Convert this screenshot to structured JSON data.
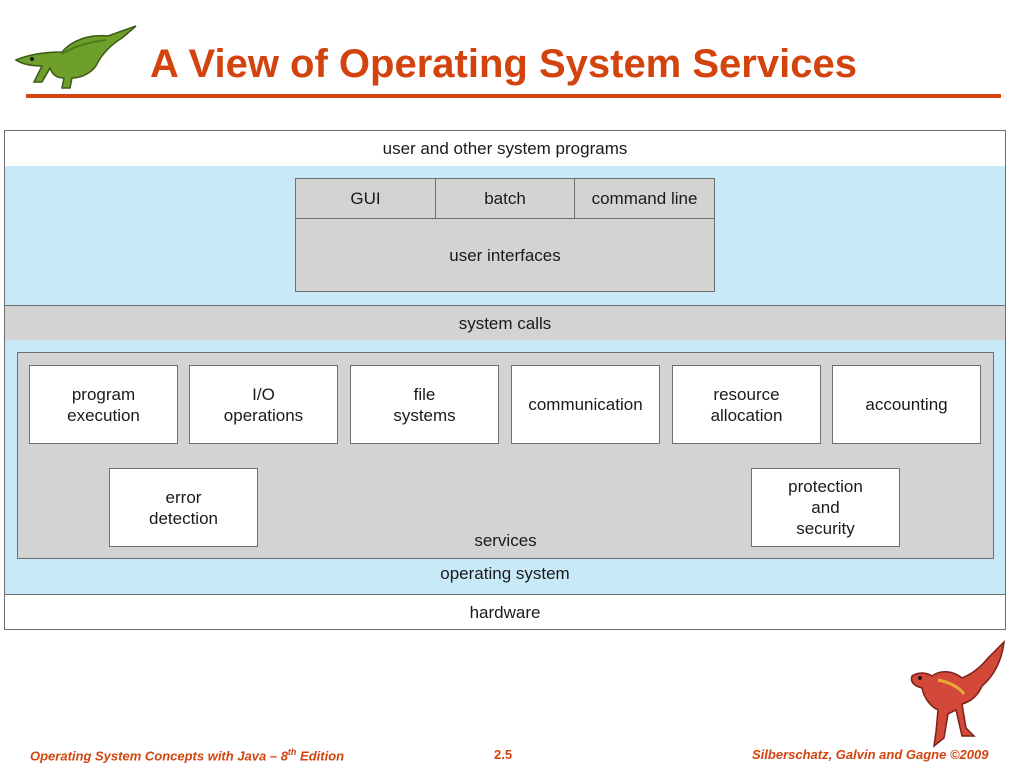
{
  "slide": {
    "title": "A View of Operating System Services",
    "footer_left_prefix": "Operating System Concepts  with Java – 8",
    "footer_left_sup": "th",
    "footer_left_suffix": " Edition",
    "page_number": "2.5",
    "footer_right": "Silberschatz, Galvin and Gagne ©2009"
  },
  "diagram": {
    "layers": {
      "user_programs": "user and other system programs",
      "system_calls": "system calls",
      "operating_system": "operating system",
      "hardware": "hardware"
    },
    "user_interfaces": {
      "items": [
        "GUI",
        "batch",
        "command line"
      ],
      "label": "user interfaces"
    },
    "services": {
      "label": "services",
      "items": [
        "program\nexecution",
        "I/O\noperations",
        "file\nsystems",
        "communication",
        "resource\nallocation",
        "accounting",
        "error\ndetection",
        "protection\nand\nsecurity"
      ]
    }
  },
  "colors": {
    "title": "#d3430e",
    "layer_blue": "#c8e9f8",
    "layer_gray": "#d3d3d3",
    "border": "#6f6f6f"
  },
  "icons": {
    "top_logo": "green-dinosaur-icon",
    "bottom_logo": "red-dinosaur-icon"
  }
}
